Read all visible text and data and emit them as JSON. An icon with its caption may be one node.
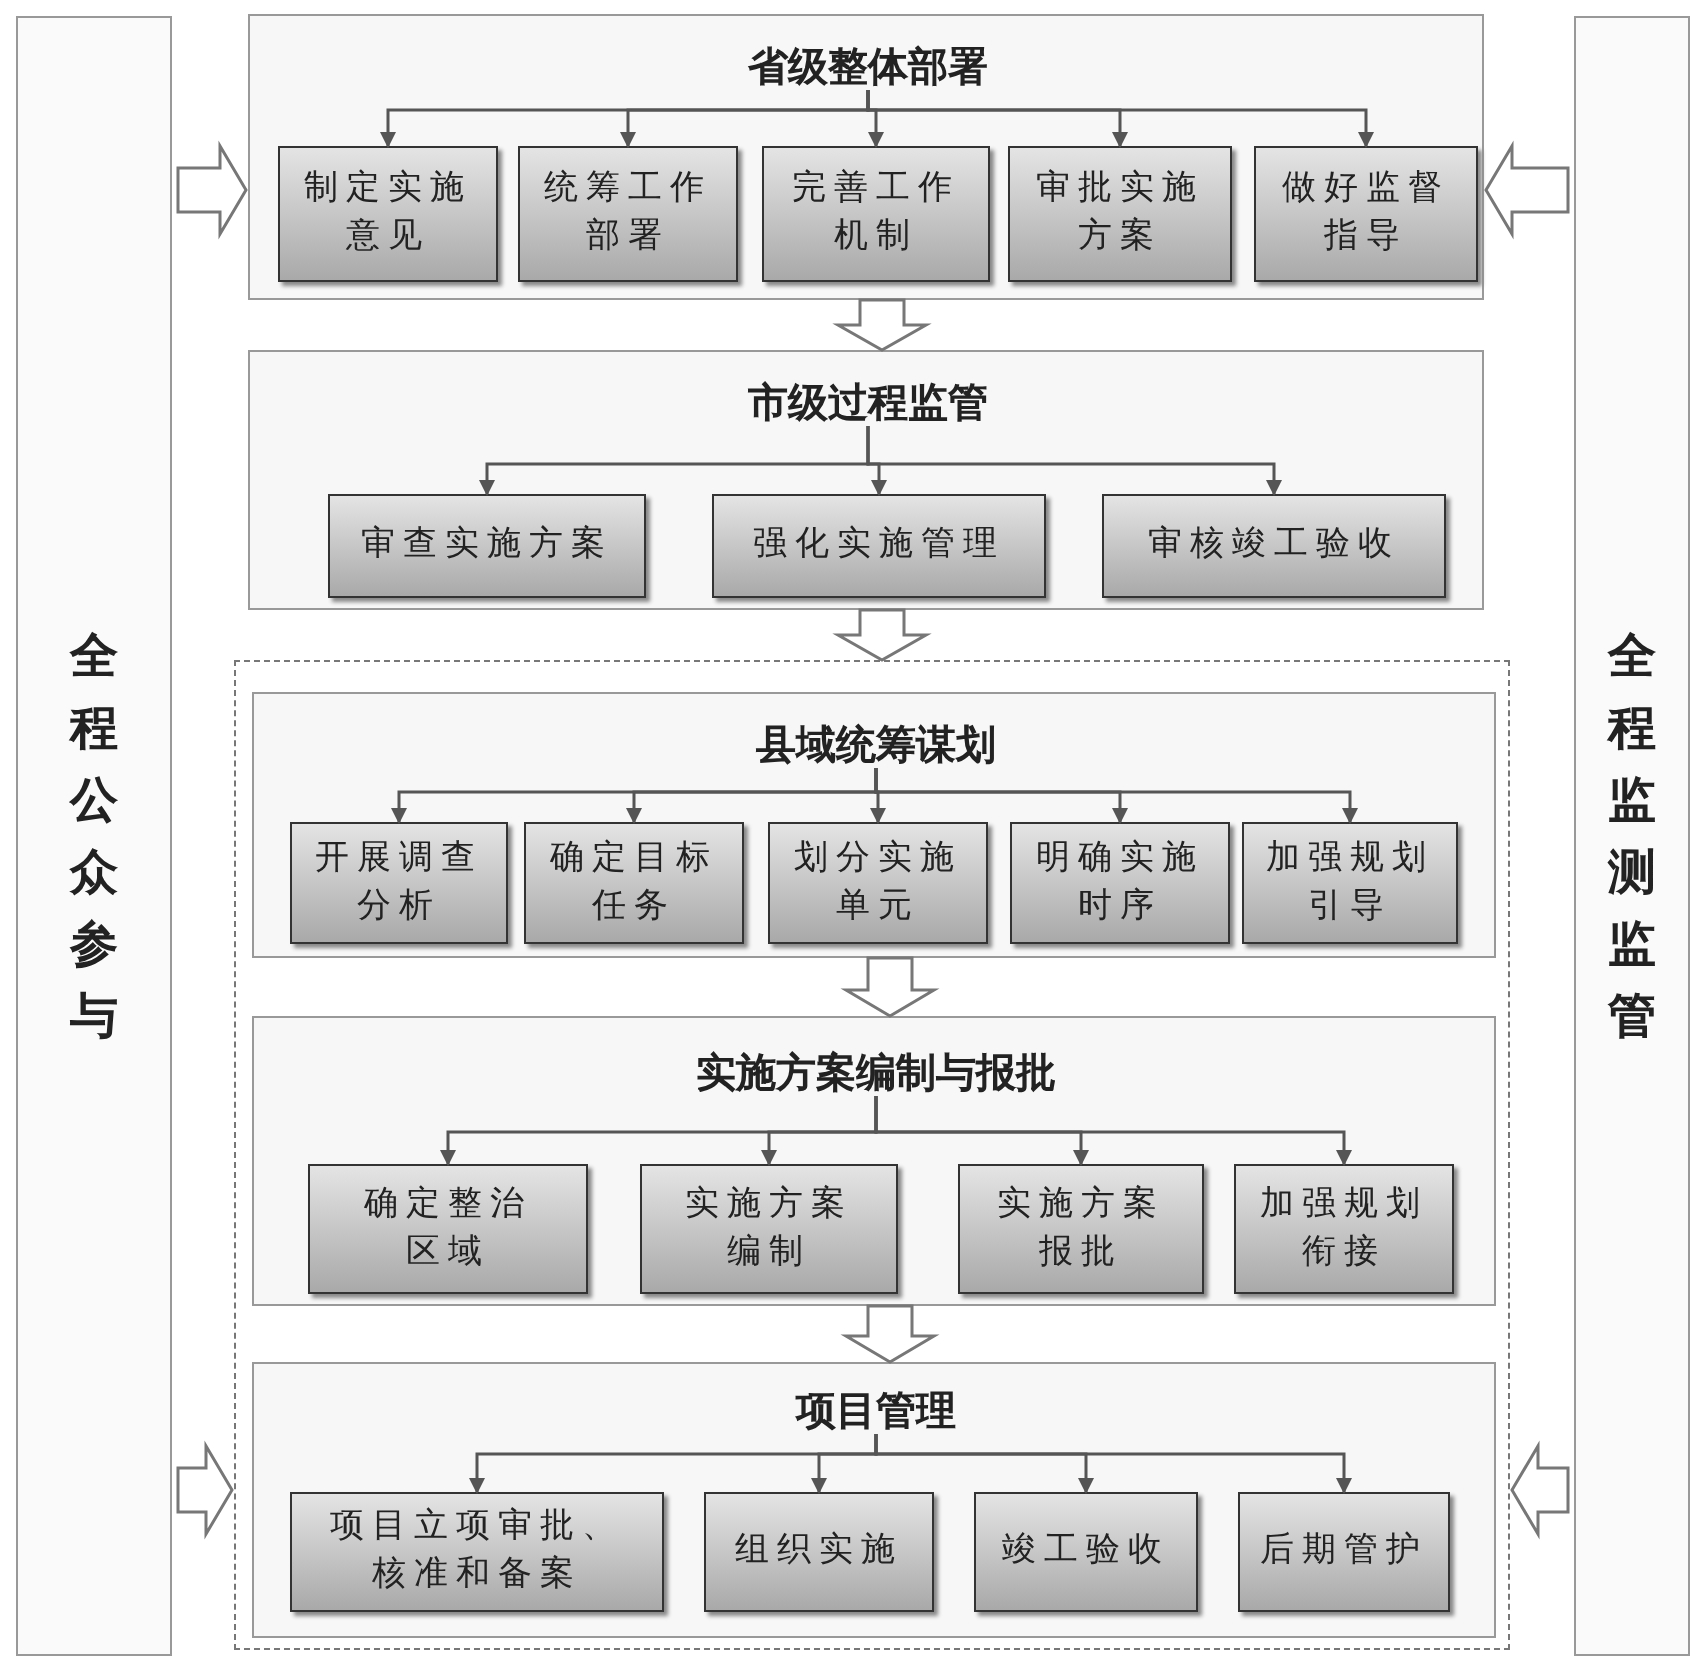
{
  "diagram": {
    "nodes": [
      {
        "text": [
          "全程公众参与"
        ]
      },
      {
        "text": [
          "全程监测监管"
        ]
      },
      {
        "text": [],
        "shape": "box"
      },
      {
        "text": [],
        "shape": "box"
      },
      {
        "text": [
          "省级整体部署"
        ],
        "in": 3
      },
      {
        "text": [
          "制定实施意见"
        ],
        "in": 3
      },
      {
        "text": [
          "统筹工作部署"
        ],
        "in": 3
      },
      {
        "text": [
          "完善工作机制"
        ],
        "in": 3
      },
      {
        "text": [
          "审批实施方案"
        ],
        "in": 3
      },
      {
        "text": [
          "做好监督指导"
        ],
        "in": 3
      },
      {
        "text": [],
        "shape": "box"
      },
      {
        "text": [
          "市级过程监管"
        ],
        "in": 10
      },
      {
        "text": [
          "审查实施方案"
        ],
        "in": 10
      },
      {
        "text": [
          "强化实施管理"
        ],
        "in": 10
      },
      {
        "text": [
          "审核竣工验收"
        ],
        "in": 10
      },
      {
        "text": [],
        "shape": "box",
        "in": 2
      },
      {
        "text": [
          "县域统筹谋划"
        ],
        "in": 15
      },
      {
        "text": [
          "开展调查分析"
        ],
        "in": 15
      },
      {
        "text": [
          "确定目标任务"
        ],
        "in": 15
      },
      {
        "text": [
          "划分实施单元"
        ],
        "in": 15
      },
      {
        "text": [
          "明确实施时序"
        ],
        "in": 15
      },
      {
        "text": [
          "加强规划引导"
        ],
        "in": 15
      },
      {
        "text": [],
        "shape": "box",
        "in": 2
      },
      {
        "text": [
          "实施方案编制与报批"
        ],
        "in": 22
      },
      {
        "text": [
          "确定整治区域"
        ],
        "in": 22
      },
      {
        "text": [
          "实施方案编制"
        ],
        "in": 22
      },
      {
        "text": [
          "实施方案报批"
        ],
        "in": 22
      },
      {
        "text": [
          "加强规划衔接"
        ],
        "in": 22
      },
      {
        "text": [],
        "shape": "box",
        "in": 2
      },
      {
        "text": [
          "项目管理"
        ],
        "in": 28
      },
      {
        "text": [
          "项目立项审批、核准和备案"
        ],
        "in": 28
      },
      {
        "text": [
          "组织实施"
        ],
        "in": 28
      },
      {
        "text": [
          "竣工验收"
        ],
        "in": 28
      },
      {
        "text": [
          "后期管护"
        ],
        "in": 28
      }
    ],
    "edges": [
      {
        "from": 4,
        "to": 5,
        "arrow": "to"
      },
      {
        "from": 4,
        "to": 6,
        "arrow": "to"
      },
      {
        "from": 4,
        "to": 7,
        "arrow": "to"
      },
      {
        "from": 4,
        "to": 8,
        "arrow": "to"
      },
      {
        "from": 4,
        "to": 9,
        "arrow": "to"
      },
      {
        "from": 11,
        "to": 12,
        "arrow": "to"
      },
      {
        "from": 11,
        "to": 13,
        "arrow": "to"
      },
      {
        "from": 11,
        "to": 14,
        "arrow": "to"
      },
      {
        "from": 16,
        "to": 17,
        "arrow": "to"
      },
      {
        "from": 16,
        "to": 18,
        "arrow": "to"
      },
      {
        "from": 16,
        "to": 19,
        "arrow": "to"
      },
      {
        "from": 16,
        "to": 20,
        "arrow": "to"
      },
      {
        "from": 16,
        "to": 21,
        "arrow": "to"
      },
      {
        "from": 23,
        "to": 24,
        "arrow": "to"
      },
      {
        "from": 23,
        "to": 25,
        "arrow": "to"
      },
      {
        "from": 23,
        "to": 26,
        "arrow": "to"
      },
      {
        "from": 23,
        "to": 27,
        "arrow": "to"
      },
      {
        "from": 29,
        "to": 30,
        "arrow": "to"
      },
      {
        "from": 29,
        "to": 31,
        "arrow": "to"
      },
      {
        "from": 29,
        "to": 32,
        "arrow": "to"
      },
      {
        "from": 29,
        "to": 33,
        "arrow": "to"
      },
      {
        "from": 3,
        "to": 10,
        "arrow": "to",
        "style": "thick"
      },
      {
        "from": 10,
        "to": 2,
        "arrow": "to",
        "style": "thick"
      },
      {
        "from": 15,
        "to": 22,
        "arrow": "to",
        "style": "thick"
      },
      {
        "from": 22,
        "to": 28,
        "arrow": "to",
        "style": "thick"
      },
      {
        "from": 0,
        "to": 3,
        "arrow": "to",
        "style": "thick"
      },
      {
        "from": 0,
        "to": 2,
        "arrow": "to",
        "style": "thick"
      },
      {
        "from": 1,
        "to": 3,
        "arrow": "to",
        "style": "thick"
      },
      {
        "from": 1,
        "to": 2,
        "arrow": "to",
        "style": "thick"
      }
    ]
  }
}
